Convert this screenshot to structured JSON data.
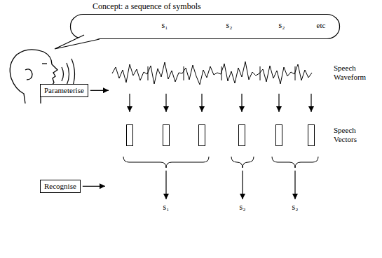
{
  "diagram": {
    "nodes": [
      {
        "text": [
          "Concept: a sequence of symbols",
          "s₁",
          "s₂",
          "s₂",
          "etc"
        ]
      },
      {
        "text": [
          "Parameterise"
        ]
      },
      {
        "text": [
          "Recognise"
        ]
      }
    ],
    "labels": [
      "Speech Waveform",
      "Speech Vectors",
      "s₁",
      "s₂",
      "s₂"
    ]
  }
}
